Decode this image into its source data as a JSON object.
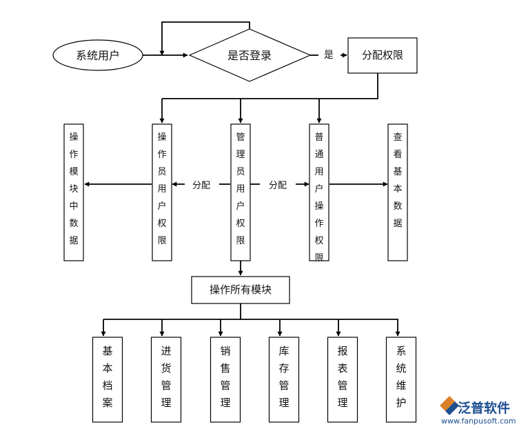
{
  "start": {
    "label": "系统用户"
  },
  "decision": {
    "label": "是否登录",
    "yes_label": "是"
  },
  "assign": {
    "label": "分配权限"
  },
  "role_columns": [
    {
      "label": "操作模块中数据"
    },
    {
      "label": "操作员用户权限"
    },
    {
      "label": "管理员用户权限"
    },
    {
      "label": "普通用户操作权限"
    },
    {
      "label": "查看基本数据"
    }
  ],
  "edge_labels": {
    "left": "分配",
    "right": "分配"
  },
  "all_modules": {
    "label": "操作所有模块"
  },
  "modules": [
    {
      "label": "基本档案"
    },
    {
      "label": "进货管理"
    },
    {
      "label": "销售管理"
    },
    {
      "label": "库存管理"
    },
    {
      "label": "报表管理"
    },
    {
      "label": "系统维护"
    }
  ],
  "watermark": {
    "name": "泛普软件",
    "url": "www.fanpusoft.com",
    "logo": "fanpu-logo-icon"
  }
}
